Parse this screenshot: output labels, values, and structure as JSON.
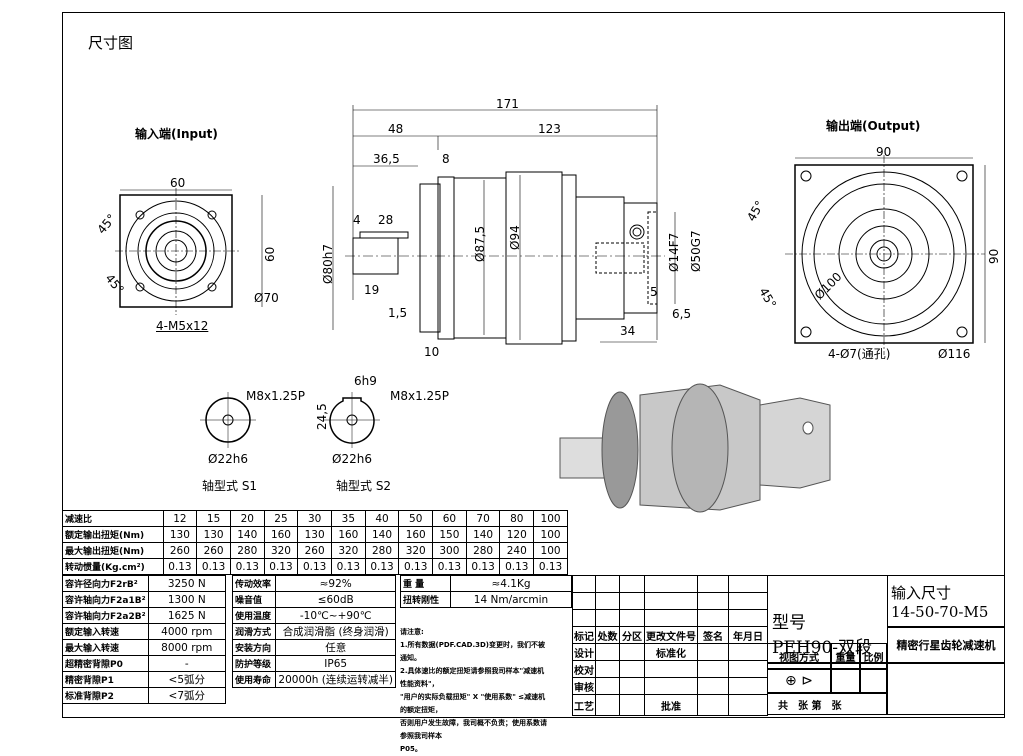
{
  "title": "尺寸图",
  "input_view": {
    "heading": "输入端(Input)",
    "width": "60",
    "height": "60",
    "angle_top": "45°",
    "angle_bottom": "45°",
    "pcd": "Ø70",
    "holes": "4-M5x12"
  },
  "side_view": {
    "overall": "171",
    "left_len": "48",
    "right_len": "123",
    "d36": "36,5",
    "d8": "8",
    "d4": "4",
    "d28": "28",
    "d19": "19",
    "d15": "1,5",
    "d10": "10",
    "dia80": "Ø80h7",
    "dia875": "Ø87,5",
    "dia94": "Ø94",
    "dia14": "Ø14F7",
    "dia50": "Ø50G7",
    "d5": "5",
    "d65": "6,5",
    "d34": "34"
  },
  "output_view": {
    "heading": "输出端(Output)",
    "width": "90",
    "height": "90",
    "angle_top": "45°",
    "angle_bottom": "45°",
    "pcd": "Ø100",
    "holes": "4-Ø7(通孔)",
    "outer": "Ø116"
  },
  "shaft_s1": {
    "thread": "M8x1.25P",
    "dia": "Ø22h6",
    "caption": "轴型式 S1"
  },
  "shaft_s2": {
    "thread": "M8x1.25P",
    "key": "6h9",
    "height": "24,5",
    "dia": "Ø22h6",
    "caption": "轴型式 S2"
  },
  "ratio_table": {
    "rows": [
      {
        "label": "减速比",
        "values": [
          "12",
          "15",
          "20",
          "25",
          "30",
          "35",
          "40",
          "50",
          "60",
          "70",
          "80",
          "100"
        ]
      },
      {
        "label": "额定输出扭矩(Nm)",
        "values": [
          "130",
          "130",
          "140",
          "160",
          "130",
          "160",
          "140",
          "160",
          "150",
          "140",
          "120",
          "100"
        ]
      },
      {
        "label": "最大输出扭矩(Nm)",
        "values": [
          "260",
          "260",
          "280",
          "320",
          "260",
          "320",
          "280",
          "320",
          "300",
          "280",
          "240",
          "100"
        ]
      },
      {
        "label": "转动惯量(Kg.cm²)",
        "values": [
          "0.13",
          "0.13",
          "0.13",
          "0.13",
          "0.13",
          "0.13",
          "0.13",
          "0.13",
          "0.13",
          "0.13",
          "0.13",
          "0.13"
        ]
      }
    ]
  },
  "spec_table": {
    "left": [
      [
        "容许径向力F2rB²",
        "3250 N"
      ],
      [
        "容许轴向力F2a1B²",
        "1300 N"
      ],
      [
        "容许轴向力F2a2B²",
        "1625 N"
      ],
      [
        "额定输入转速",
        "4000 rpm"
      ],
      [
        "最大输入转速",
        "8000 rpm"
      ],
      [
        "超精密背隙P0",
        "-"
      ],
      [
        "精密背隙P1",
        "<5弧分"
      ],
      [
        "标准背隙P2",
        "<7弧分"
      ]
    ],
    "mid": [
      [
        "传动效率",
        "≈92%"
      ],
      [
        "噪音值",
        "≤60dB"
      ],
      [
        "使用温度",
        "-10℃~+90℃"
      ],
      [
        "润滑方式",
        "合成润滑脂 (终身润滑)"
      ],
      [
        "安装方向",
        "任意"
      ],
      [
        "防护等级",
        "IP65"
      ],
      [
        "使用寿命",
        "20000h (连续运转减半)"
      ]
    ],
    "right": [
      [
        "重 量",
        "≈4.1Kg"
      ],
      [
        "扭转刚性",
        "14 Nm/arcmin"
      ]
    ],
    "notes": [
      "请注意:",
      "1.所有数据(PDF.CAD.3D)变更时，我们不被通知。",
      "2.具体速比的额定扭矩请参照我司样本\"减速机性能资料\"，",
      "\"用户的实际负载扭矩\" X \"使用系数\" ≤减速机的额定扭矩，",
      "否则用户发生故障，我司概不负责；使用系数请参照我司样本",
      "P05。"
    ]
  },
  "title_block": {
    "mark": "标记",
    "count": "处数",
    "zone": "分区",
    "doc": "更改文件号",
    "sign": "签名",
    "date": "年月日",
    "design": "设计",
    "std": "标准化",
    "check": "校对",
    "review": "审核",
    "process": "工艺",
    "approve": "批准",
    "model_label": "型号",
    "model": "PEH90-双段",
    "input_label": "输入尺寸",
    "input_size": "14-50-70-M5",
    "product": "精密行星齿轮减速机",
    "view_mode": "视图方式",
    "weight": "重量",
    "scale": "比例",
    "sheets": "共　张 第　张"
  }
}
